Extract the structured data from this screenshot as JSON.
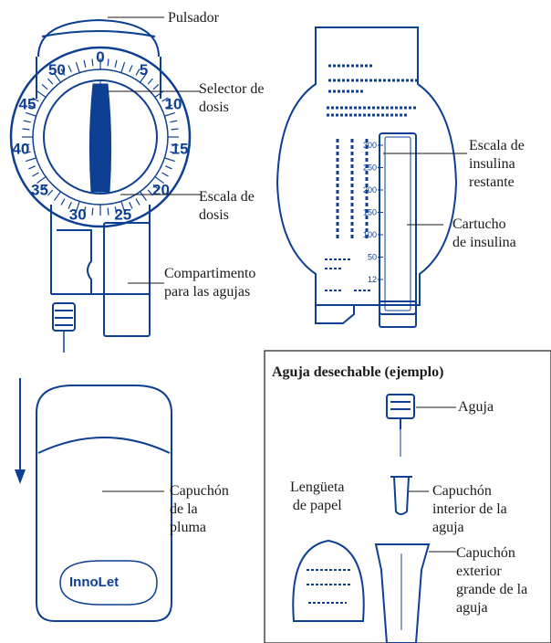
{
  "labels": {
    "pulsador": "Pulsador",
    "selector": "Selector de\ndosis",
    "escala_dosis": "Escala de\ndosis",
    "compartimento": "Compartimento\npara las agujas",
    "escala_insulina": "Escala de\ninsulina\nrestante",
    "cartucho": "Cartucho\nde insulina",
    "capuchon_pluma": "Capuchón\nde la\npluma",
    "aguja_box_title": "Aguja desechable (ejemplo)",
    "aguja": "Aguja",
    "capuchon_interior": "Capuchón\ninterior de la\naguja",
    "capuchon_exterior": "Capuchón\nexterior\ngrande de la\naguja",
    "lengueta": "Lengüeta\nde papel"
  },
  "dial_numbers": [
    "0",
    "5",
    "10",
    "15",
    "20",
    "25",
    "30",
    "35",
    "40",
    "45",
    "50"
  ],
  "insulin_scale": [
    "300",
    "250",
    "200",
    "150",
    "100",
    "50",
    "12"
  ],
  "brand": "InnoLet",
  "colors": {
    "ink": "#0d3f93",
    "text": "#1a1a1a",
    "background": "#ffffff"
  }
}
